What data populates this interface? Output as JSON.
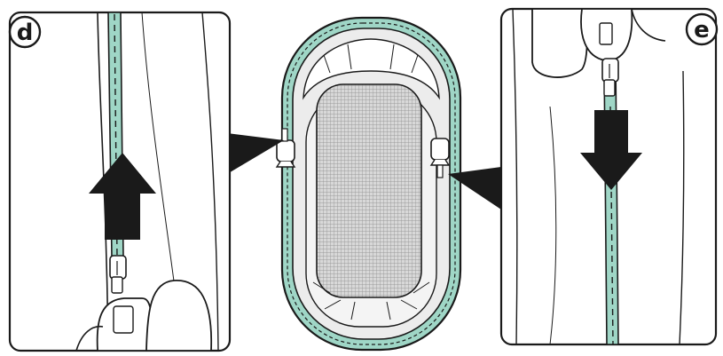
{
  "figure": {
    "kind": "assembly-instruction-illustration",
    "steps": [
      {
        "id": "d",
        "label": "d",
        "arrow_direction": "up",
        "zipper_action": "close"
      },
      {
        "id": "e",
        "label": "e",
        "arrow_direction": "down",
        "zipper_action": "close"
      }
    ]
  },
  "colors": {
    "outline": "#1a1a1a",
    "zipper_tape": "#9fd6c6",
    "fabric_fill": "#ececec",
    "mesh_fill": "#bdbdbd",
    "panel_fill": "#ffffff",
    "arrow_fill": "#1a1a1a"
  },
  "icons": {
    "step_d_arrow": "arrow-up-icon",
    "step_e_arrow": "arrow-down-icon",
    "zipper_pull": "zipper-pull-icon"
  }
}
